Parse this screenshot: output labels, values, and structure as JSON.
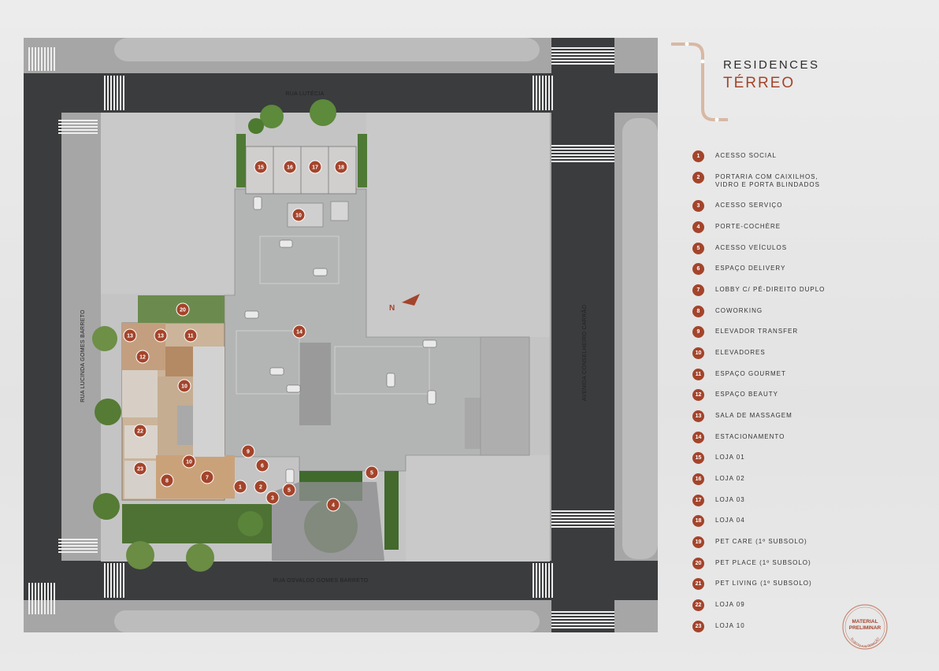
{
  "brand": {
    "title": "RESIDENCES",
    "subtitle": "TÉRREO"
  },
  "streets": {
    "top": "RUA LUTÉCIA",
    "bottom": "RUA OSVALDO GOMES BARRETO",
    "left": "RUA LUCINDA GOMES BARRETO",
    "right": "AVENIDA CONSELHEIRO CARRÃO"
  },
  "north_label": "N",
  "map_markers": [
    "1",
    "2",
    "3",
    "4",
    "5",
    "6",
    "7",
    "8",
    "9",
    "10",
    "10",
    "10",
    "11",
    "12",
    "13",
    "13",
    "14",
    "15",
    "16",
    "17",
    "18",
    "20",
    "22",
    "23"
  ],
  "legend": [
    {
      "num": "1",
      "label": "ACESSO SOCIAL"
    },
    {
      "num": "2",
      "label": "PORTARIA COM CAIXILHOS, VIDRO E PORTA BLINDADOS"
    },
    {
      "num": "3",
      "label": "ACESSO SERVIÇO"
    },
    {
      "num": "4",
      "label": "PORTE-COCHÈRE"
    },
    {
      "num": "5",
      "label": "ACESSO VEÍCULOS"
    },
    {
      "num": "6",
      "label": "ESPAÇO DELIVERY"
    },
    {
      "num": "7",
      "label": "LOBBY C/ PÉ-DIREITO DUPLO"
    },
    {
      "num": "8",
      "label": "COWORKING"
    },
    {
      "num": "9",
      "label": "ELEVADOR TRANSFER"
    },
    {
      "num": "10",
      "label": "ELEVADORES"
    },
    {
      "num": "11",
      "label": "ESPAÇO GOURMET"
    },
    {
      "num": "12",
      "label": "ESPAÇO BEAUTY"
    },
    {
      "num": "13",
      "label": "SALA DE MASSAGEM"
    },
    {
      "num": "14",
      "label": "ESTACIONAMENTO"
    },
    {
      "num": "15",
      "label": "LOJA 01"
    },
    {
      "num": "16",
      "label": "LOJA 02"
    },
    {
      "num": "17",
      "label": "LOJA 03"
    },
    {
      "num": "18",
      "label": "LOJA 04"
    },
    {
      "num": "19",
      "label": "PET CARE (1º SUBSOLO)"
    },
    {
      "num": "20",
      "label": "PET PLACE (1º SUBSOLO)"
    },
    {
      "num": "21",
      "label": "PET LIVING (1º SUBSOLO)"
    },
    {
      "num": "22",
      "label": "LOJA 09"
    },
    {
      "num": "23",
      "label": "LOJA 10"
    }
  ],
  "stamp": {
    "line1": "MATERIAL",
    "line2": "PRELIMINAR",
    "arc": "SUJEITO A ALTERAÇÃO"
  },
  "colors": {
    "accent": "#a4442b",
    "road": "#3a3b3d",
    "sidewalk": "#9b9b9b",
    "lot": "#c9c9c9",
    "green": "#4f7a35"
  }
}
